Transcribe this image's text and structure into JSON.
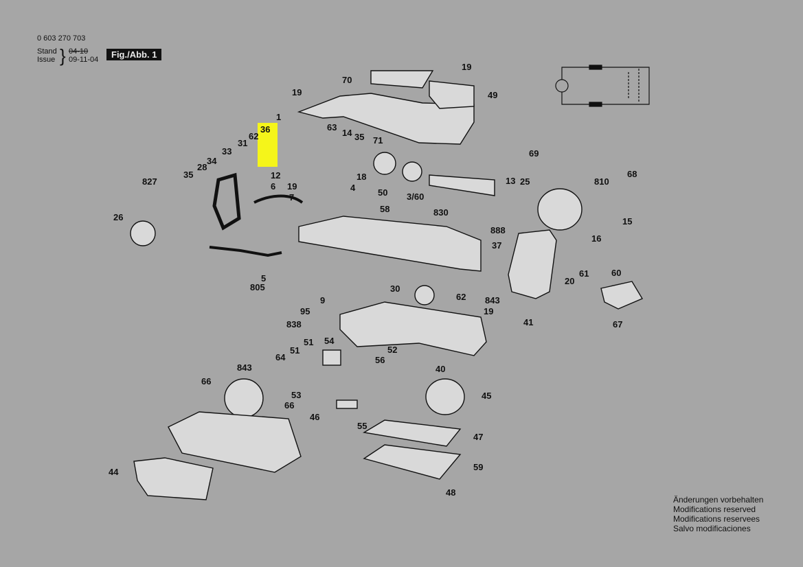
{
  "header": {
    "doc_number": "0 603 270 703",
    "stand_label": "Stand",
    "stand_value": "04-10",
    "issue_label": "Issue",
    "issue_value": "09-11-04",
    "figure": "Fig./Abb. 1"
  },
  "modifications": [
    "Änderungen vorbehalten",
    "Modifications reserved",
    "Modifications reservees",
    "Salvo modificaciones"
  ],
  "highlighted_part": "36",
  "part_labels": [
    "19",
    "70",
    "49",
    "19",
    "1",
    "63",
    "14",
    "35",
    "71",
    "36",
    "62",
    "31",
    "33",
    "34",
    "28",
    "35",
    "827",
    "26",
    "12",
    "19",
    "7",
    "4",
    "18",
    "50",
    "58",
    "3/60",
    "830",
    "13",
    "25",
    "69",
    "68",
    "810",
    "15",
    "16",
    "6",
    "888",
    "37",
    "5",
    "805",
    "20",
    "61",
    "60",
    "67",
    "30",
    "62",
    "843",
    "9",
    "95",
    "19",
    "41",
    "838",
    "51",
    "51",
    "54",
    "56",
    "52",
    "40",
    "843",
    "64",
    "66",
    "53",
    "45",
    "46",
    "66",
    "55",
    "47",
    "59",
    "48",
    "44"
  ]
}
